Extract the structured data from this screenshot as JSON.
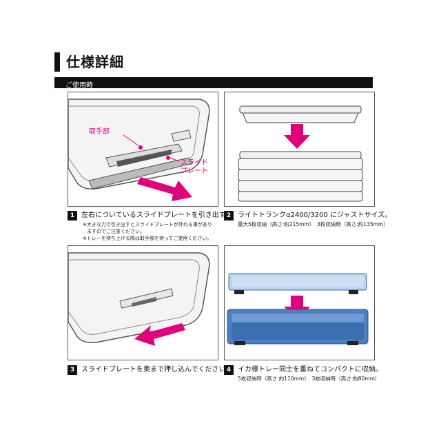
{
  "header": {
    "title": "仕様詳細",
    "subtitle": "ご使用時"
  },
  "steps": [
    {
      "num": "1",
      "text": "左右についているスライドプレートを引き出す。",
      "notes": [
        "※大きな力で引き出すとスライドプレートが外れる事があり",
        "ますのでご注意ください。",
        "※トレーを持ち上げる際は取手部を持ってご使用ください。"
      ]
    },
    {
      "num": "2",
      "text": "ライトトランクα2400/3200 にジャストサイズ。",
      "sub": "最大5枚収納（高さ:約215mm）　3枚収納時（高さ:約135mm）"
    },
    {
      "num": "3",
      "text": "スライドプレートを奥まで押し込んでください。"
    },
    {
      "num": "4",
      "text": "イカ様トレー同士を重ねてコンパクトに収納。",
      "sub": "5枚収納時（高さ:約110mm）　3枚収納時（高さ:約80mm）"
    }
  ],
  "labels": {
    "handle": "取手部",
    "slide_plate_1": "スライド",
    "slide_plate_2": "プレート"
  },
  "colors": {
    "accent": "#e2007a",
    "tray_blue": "#4a7fc0"
  }
}
